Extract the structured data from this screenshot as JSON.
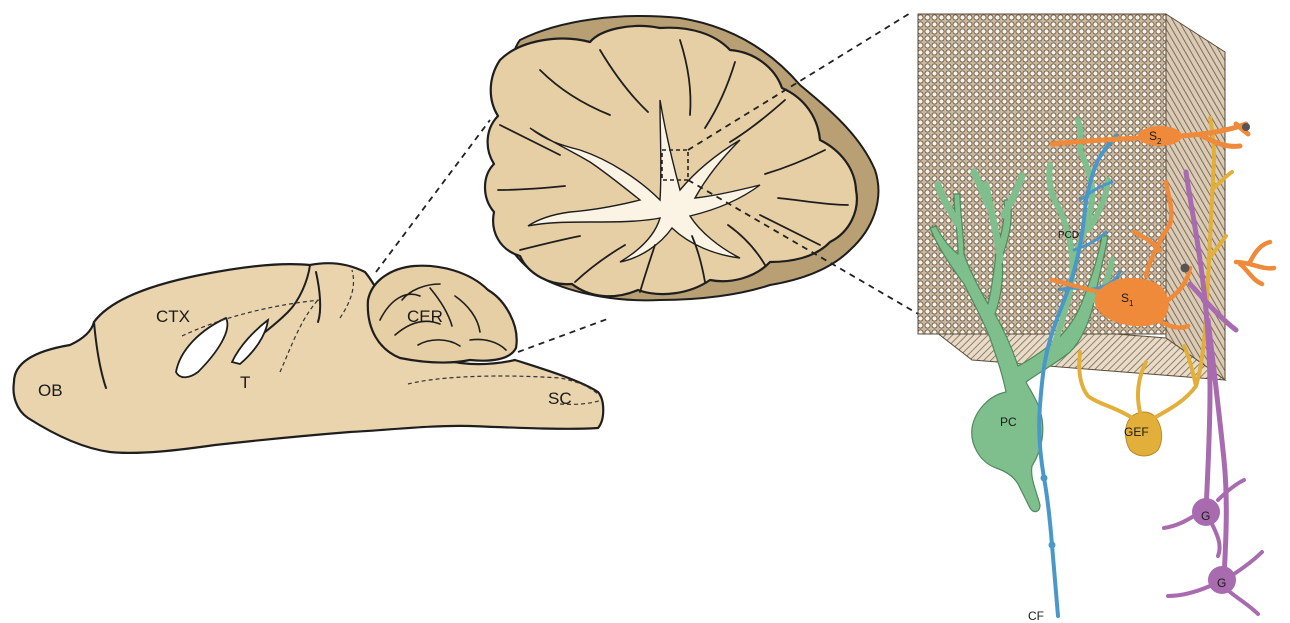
{
  "labels": {
    "ob": "OB",
    "ctx": "CTX",
    "t": "T",
    "cer": "CER",
    "sc": "SC",
    "pcd": "PCD",
    "s2_base": "S",
    "s2_sub": "2",
    "s1_base": "S",
    "s1_sub": "1",
    "pc": "PC",
    "gef": "GEF",
    "g_upper": "G",
    "g_lower": "G",
    "cf": "CF"
  },
  "colors": {
    "brain_fill": "#e9d4ad",
    "cerebellum_fill": "#e6cfa4",
    "cerebellum_shadow": "#b89f74",
    "white_matter": "#fbf4e4",
    "purkinje": "#7fbf8d",
    "climbing_fiber": "#4a98c9",
    "stellate": "#ee8a3a",
    "golgi_epithelial": "#e2b03a",
    "granule": "#a86bb0",
    "neuropil_dots": "#6a5a4a",
    "outline": "#1e1e1e"
  }
}
